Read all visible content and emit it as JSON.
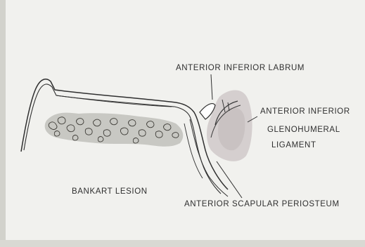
{
  "labels": {
    "anterior_inferior_labrum": "ANTERIOR INFERIOR LABRUM",
    "ligament_line1": "ANTERIOR INFERIOR",
    "ligament_line2": "GLENOHUMERAL",
    "ligament_line3": "LIGAMENT",
    "bankart_lesion": "BANKART LESION",
    "anterior_scapular_periosteum": "ANTERIOR SCAPULAR PERIOSTEUM"
  },
  "colors": {
    "background": "#f1f1ee",
    "ink": "#2f2f2f",
    "ligament_fill": "#cfc8c8"
  }
}
